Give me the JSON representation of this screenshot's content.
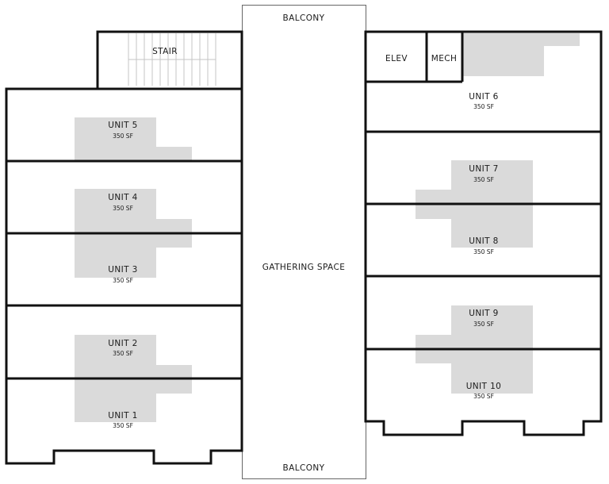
{
  "balcony_top": "BALCONY",
  "balcony_bottom": "BALCONY",
  "gathering_space": "GATHERING SPACE",
  "stair": "STAIR",
  "elev": "ELEV",
  "mech": "MECH",
  "units": [
    {
      "name": "UNIT 1",
      "area": "350 SF"
    },
    {
      "name": "UNIT 2",
      "area": "350 SF"
    },
    {
      "name": "UNIT 3",
      "area": "350 SF"
    },
    {
      "name": "UNIT 4",
      "area": "350 SF"
    },
    {
      "name": "UNIT 5",
      "area": "350 SF"
    },
    {
      "name": "UNIT 6",
      "area": "350 SF"
    },
    {
      "name": "UNIT 7",
      "area": "350 SF"
    },
    {
      "name": "UNIT 8",
      "area": "350 SF"
    },
    {
      "name": "UNIT 9",
      "area": "350 SF"
    },
    {
      "name": "UNIT 10",
      "area": "350 SF"
    }
  ],
  "colors": {
    "wall": "#111111",
    "shade": "#dadada",
    "outline": "#666666"
  }
}
